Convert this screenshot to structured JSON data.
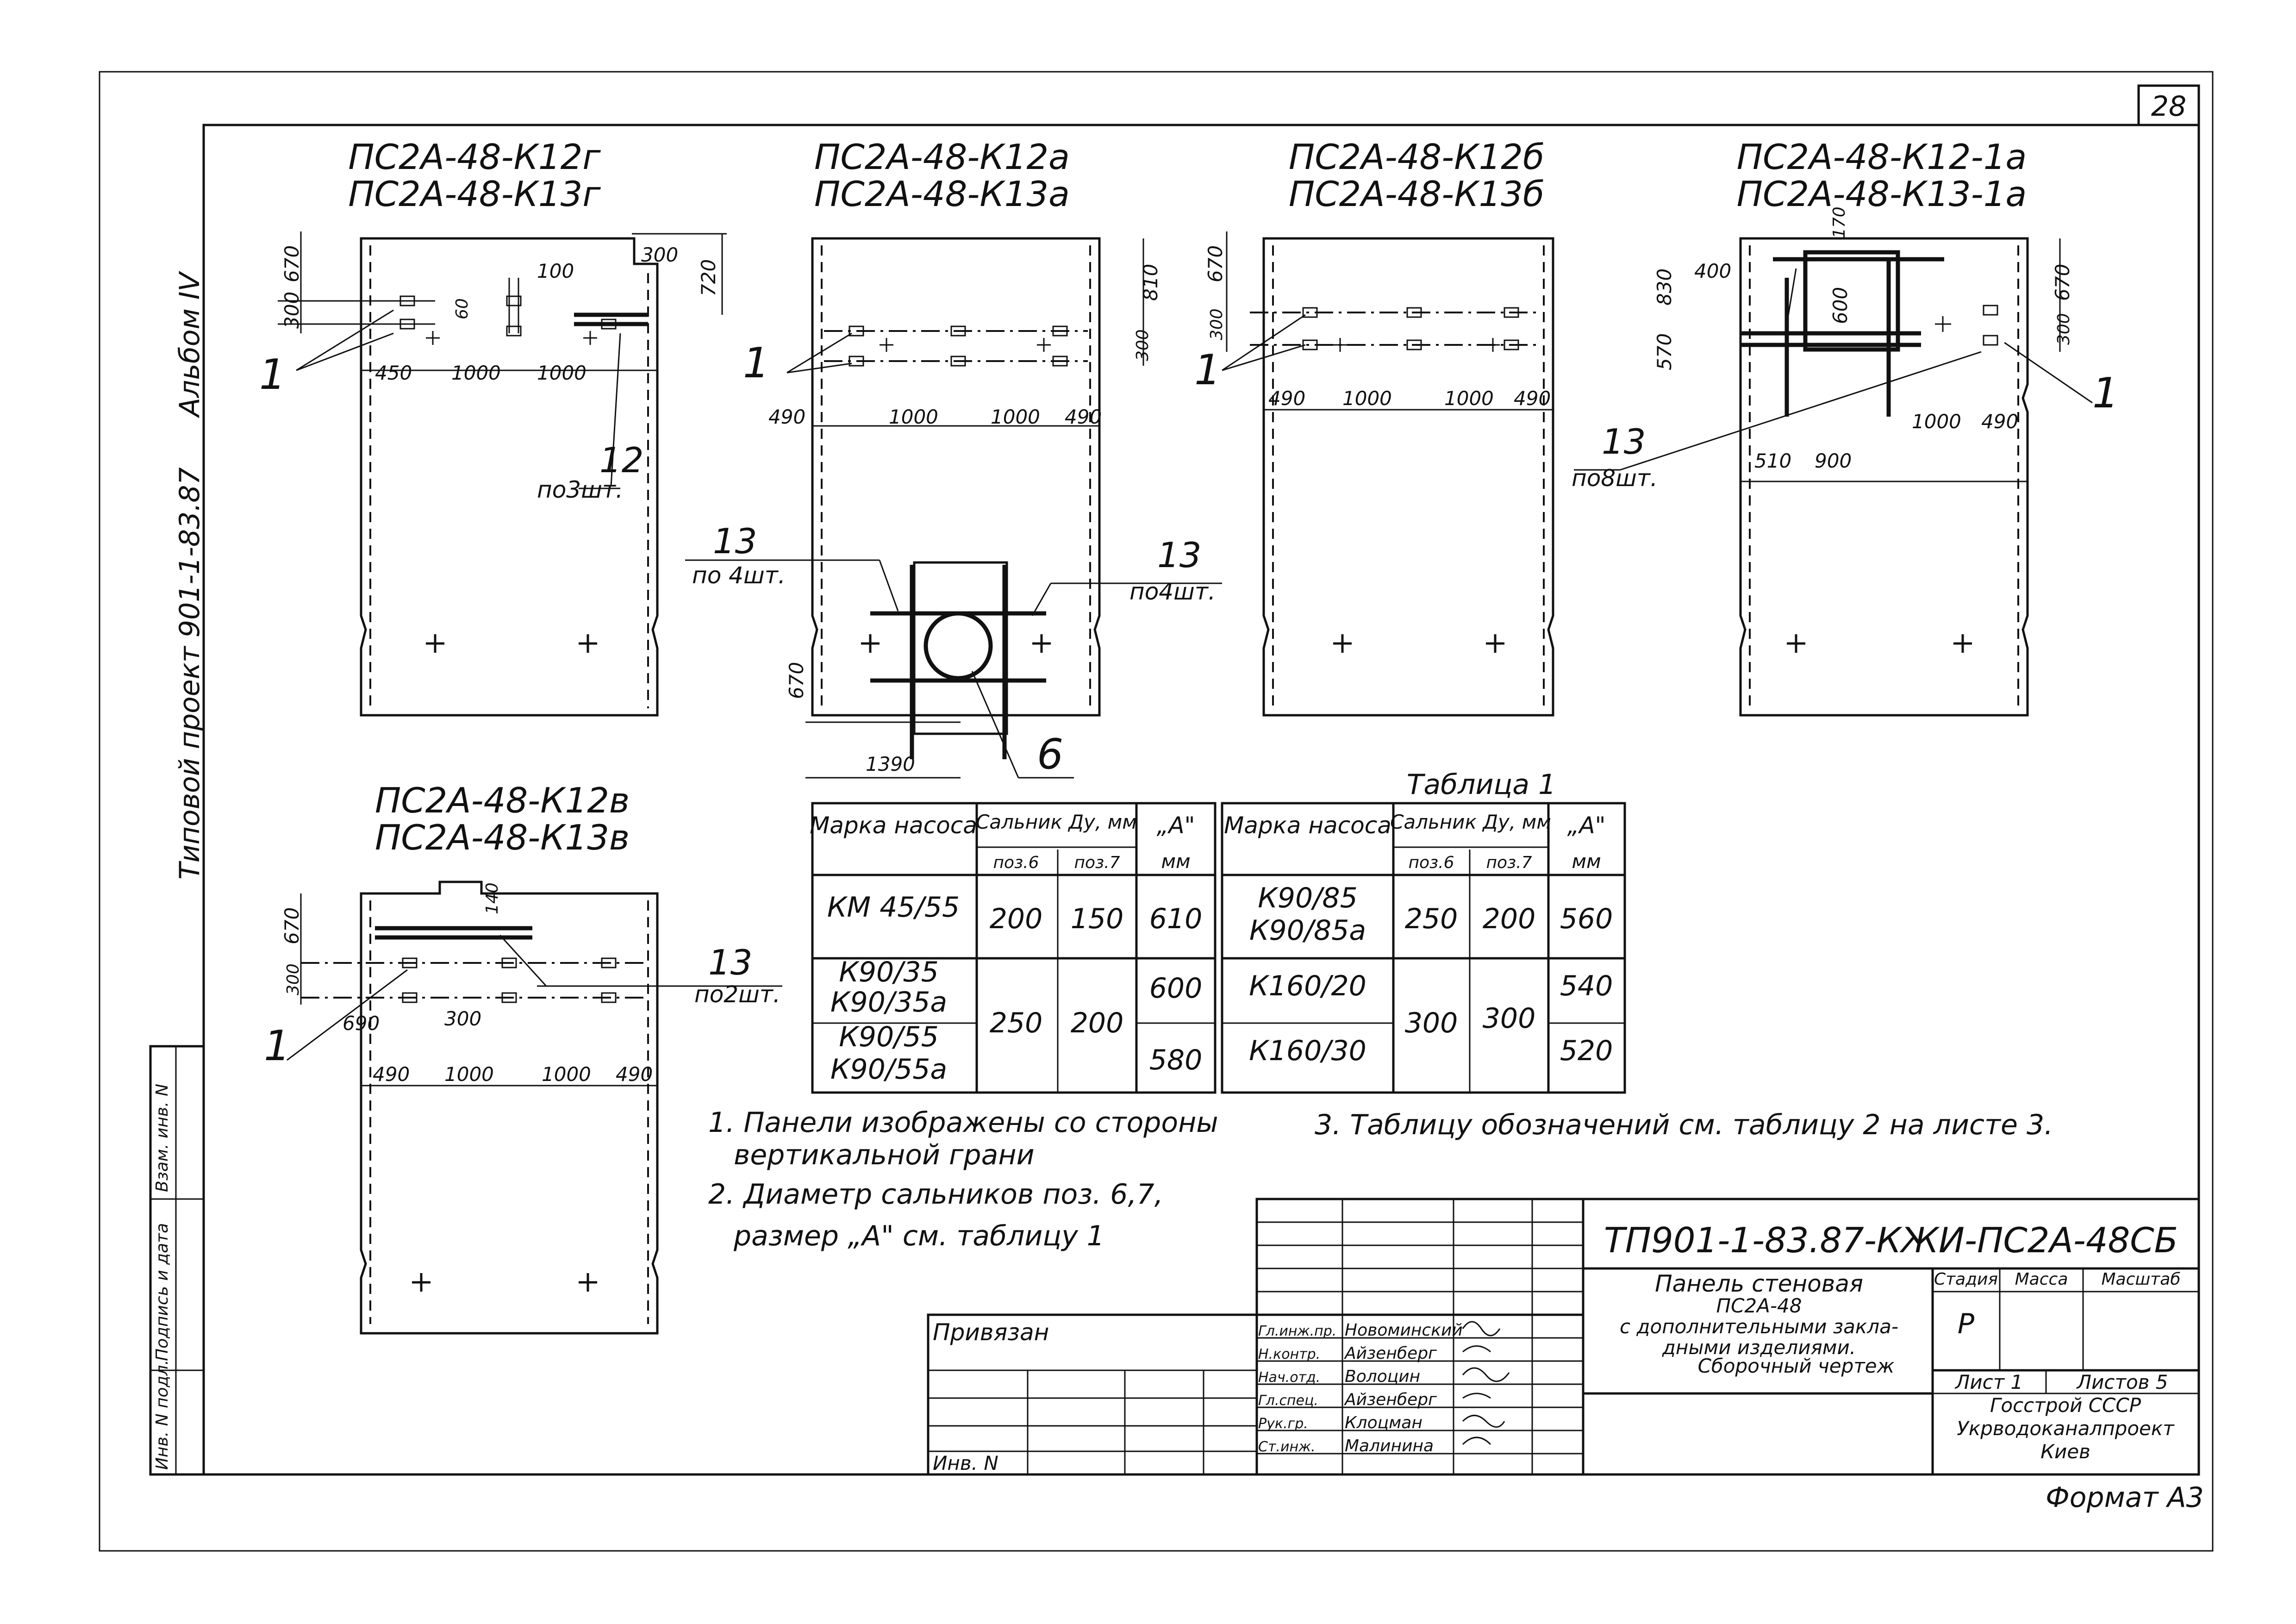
{
  "sheet_number": "28",
  "album": "Альбом IV",
  "project": "Типовой проект 901-1-83.87",
  "panels": [
    {
      "line1": "ПС2А-48-К12г",
      "line2": "ПС2А-48-К13г",
      "dims": [
        "670",
        "300",
        "450",
        "1000",
        "1000",
        "100",
        "60",
        "300",
        "720"
      ],
      "pos_label": "1",
      "callout": "12",
      "callout_qty": "по3шт."
    },
    {
      "line1": "ПС2А-48-К12а",
      "line2": "ПС2А-48-К13а",
      "dims": [
        "810",
        "300",
        "490",
        "1000",
        "1000",
        "490",
        "670",
        "1390"
      ],
      "pos_label": "1",
      "callout_left": "13",
      "callout_left_qty": "по 4шт.",
      "callout_right": "13",
      "callout_right_qty": "по4шт.",
      "callout_bottom": "6"
    },
    {
      "line1": "ПС2А-48-К12б",
      "line2": "ПС2А-48-К13б",
      "dims": [
        "670",
        "300",
        "490",
        "1000",
        "1000",
        "490"
      ],
      "pos_label": "1"
    },
    {
      "line1": "ПС2А-48-К12-1а",
      "line2": "ПС2А-48-К13-1а",
      "dims": [
        "170",
        "400",
        "830",
        "570",
        "600",
        "670",
        "300",
        "1000",
        "490",
        "510",
        "900"
      ],
      "pos_label": "1",
      "callout": "13",
      "callout_qty": "по8шт."
    },
    {
      "line1": "ПС2А-48-К12в",
      "line2": "ПС2А-48-К13в",
      "dims": [
        "670",
        "300",
        "140",
        "690",
        "300",
        "490",
        "1000",
        "1000",
        "490"
      ],
      "pos_label": "1",
      "callout": "13",
      "callout_qty": "по2шт."
    }
  ],
  "table": {
    "title": "Таблица 1",
    "headers": {
      "brand": "Марка насоса",
      "gland": "Сальник Ду, мм",
      "pos6": "поз.6",
      "pos7": "поз.7",
      "a": "„А\"",
      "a_unit": "мм"
    },
    "left_rows": [
      {
        "brand": "КМ 45/55",
        "pos6": "200",
        "pos7": "150",
        "a": "610"
      },
      {
        "brand": "К90/35",
        "brand2": "К90/35а",
        "pos6": "250",
        "pos7": "200",
        "a": "600"
      },
      {
        "brand": "К90/55",
        "brand2": "К90/55а",
        "a": "580"
      }
    ],
    "right_rows": [
      {
        "brand": "К90/85",
        "brand2": "К90/85а",
        "pos6": "250",
        "pos7": "200",
        "a": "560"
      },
      {
        "brand": "К160/20",
        "pos6": "300",
        "pos7": "300",
        "a": "540"
      },
      {
        "brand": "К160/30",
        "a": "520"
      }
    ]
  },
  "notes": {
    "n1": "1. Панели изображены со стороны",
    "n1b": "вертикальной грани",
    "n2": "2. Диаметр сальников поз. 6,7,",
    "n2b": "размер „А\" см. таблицу 1",
    "n3": "3. Таблицу обозначений см. таблицу 2 на листе 3."
  },
  "side_labels": [
    "Инв. N подл.",
    "Подпись и дата",
    "Взам. инв. N"
  ],
  "title_block": {
    "code": "ТП901-1-83.87-КЖИ-ПС2А-48СБ",
    "name1": "Панель стеновая",
    "name2": "ПС2А-48",
    "name3": "с дополнительными закла-",
    "name4": "дными изделиями.",
    "name5": "Сборочный чертеж",
    "stage_h": "Стадия",
    "mass_h": "Масса",
    "scale_h": "Масштаб",
    "stage": "Р",
    "sheet": "Лист 1",
    "sheets": "Листов 5",
    "org1": "Госстрой СССР",
    "org2": "Укрводоканалпроект",
    "org3": "Киев",
    "bound": "Привязан",
    "inv": "Инв. N",
    "signers": [
      {
        "role": "Гл.инж.пр.",
        "name": "Новоминский"
      },
      {
        "role": "Н.контр.",
        "name": "Айзенберг"
      },
      {
        "role": "Нач.отд.",
        "name": "Волоцин"
      },
      {
        "role": "Гл.спец.",
        "name": "Айзенберг"
      },
      {
        "role": "Рук.гр.",
        "name": "Клоцман"
      },
      {
        "role": "Ст.инж.",
        "name": "Малинина"
      }
    ]
  },
  "format": "Формат А3"
}
